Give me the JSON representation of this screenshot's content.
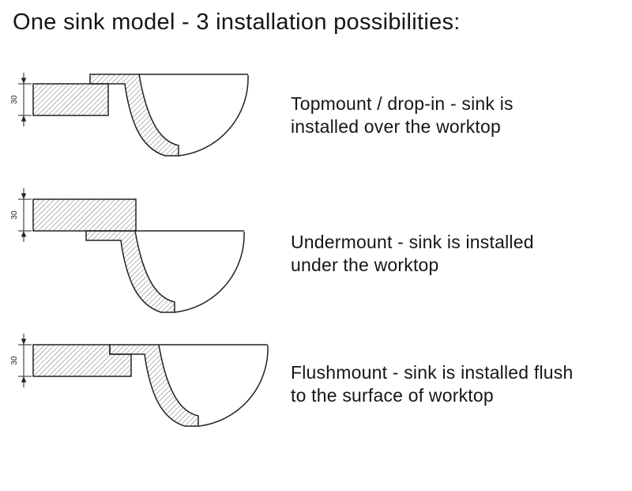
{
  "title": "One sink model - 3 installation possibilities:",
  "dimension_label": "30",
  "rows": [
    {
      "id": "topmount",
      "description": "Topmount / drop-in - sink is installed over the worktop"
    },
    {
      "id": "undermount",
      "description": "Undermount - sink is installed under the worktop"
    },
    {
      "id": "flushmount",
      "description": "Flushmount - sink is installed flush to the surface of worktop"
    }
  ],
  "colors": {
    "line": "#222222",
    "hatch": "#4a4a4a",
    "background": "#ffffff",
    "text": "#161616"
  }
}
